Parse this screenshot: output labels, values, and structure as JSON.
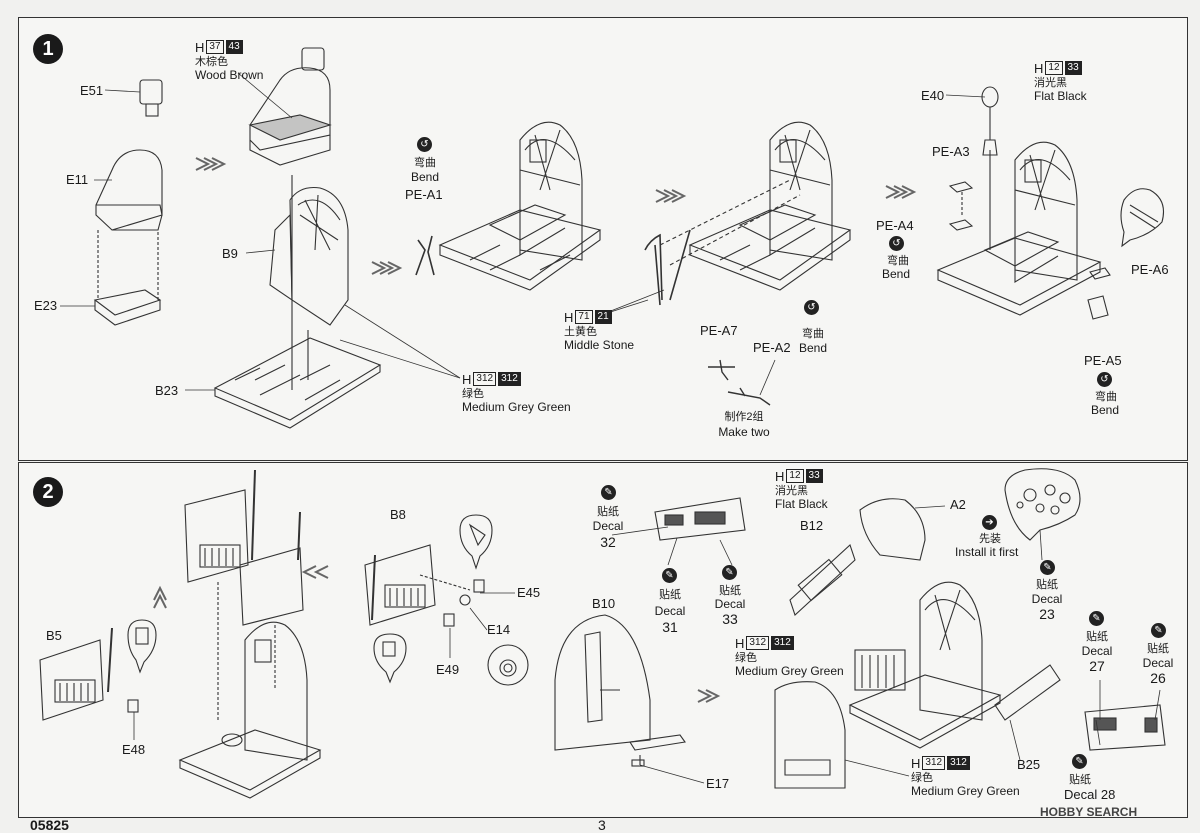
{
  "page_number": "3",
  "product_code": "05825",
  "watermark": "HOBBY SEARCH",
  "step1": {
    "number": "1",
    "paint_wood": {
      "prefix": "H",
      "code_a": "37",
      "code_b": "43",
      "cn": "木棕色",
      "en": "Wood Brown"
    },
    "paint_flat_black": {
      "prefix": "H",
      "code_a": "12",
      "code_b": "33",
      "cn": "消光黑",
      "en": "Flat Black"
    },
    "paint_middle_stone": {
      "prefix": "H",
      "code_a": "71",
      "code_b": "21",
      "cn": "土黄色",
      "en": "Middle Stone"
    },
    "paint_grey_green": {
      "prefix": "H",
      "code_a": "312",
      "code_b": "312",
      "cn": "绿色",
      "en": "Medium Grey Green"
    },
    "bend_cn": "弯曲",
    "bend_en": "Bend",
    "make_two_cn": "制作2组",
    "make_two_en": "Make two",
    "parts": {
      "e51": "E51",
      "e11": "E11",
      "e23": "E23",
      "b9": "B9",
      "b23": "B23",
      "pe_a1": "PE-A1",
      "pe_a7": "PE-A7",
      "pe_a2": "PE-A2",
      "e40": "E40",
      "pe_a3": "PE-A3",
      "pe_a4": "PE-A4",
      "pe_a6": "PE-A6",
      "pe_a5": "PE-A5"
    }
  },
  "step2": {
    "number": "2",
    "paint_flat_black": {
      "prefix": "H",
      "code_a": "12",
      "code_b": "33",
      "cn": "消光黑",
      "en": "Flat Black"
    },
    "paint_grey_green_1": {
      "prefix": "H",
      "code_a": "312",
      "code_b": "312",
      "cn": "绿色",
      "en": "Medium Grey Green"
    },
    "paint_grey_green_2": {
      "prefix": "H",
      "code_a": "312",
      "code_b": "312",
      "cn": "绿色",
      "en": "Medium Grey Green"
    },
    "install_first_cn": "先装",
    "install_first_en": "Install it first",
    "decal_cn": "贴纸",
    "decal_en": "Decal",
    "decals": {
      "d32": "32",
      "d31": "31",
      "d33": "33",
      "d23": "23",
      "d27": "27",
      "d26": "26",
      "d28": "Decal 28"
    },
    "parts": {
      "b8": "B8",
      "e45": "E45",
      "e14": "E14",
      "e49": "E49",
      "b5": "B5",
      "e48": "E48",
      "b10": "B10",
      "e17": "E17",
      "b12": "B12",
      "a2": "A2",
      "b25": "B25"
    }
  }
}
